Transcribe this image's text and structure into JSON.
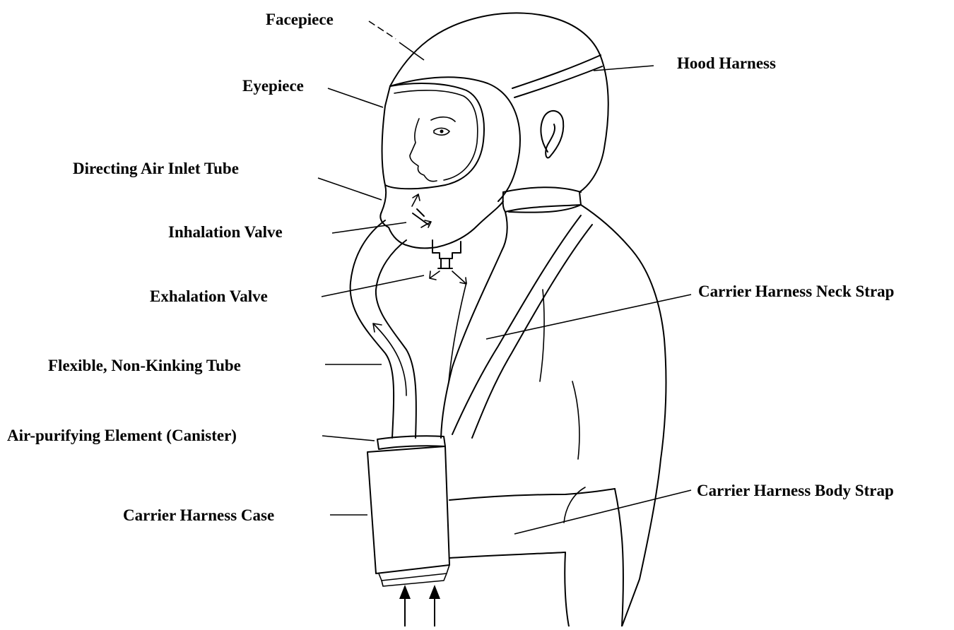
{
  "labels": {
    "facepiece": "Facepiece",
    "hood_harness": "Hood Harness",
    "eyepiece": "Eyepiece",
    "directing_air_inlet_tube": "Directing Air Inlet Tube",
    "inhalation_valve": "Inhalation Valve",
    "exhalation_valve": "Exhalation Valve",
    "carrier_harness_neck_strap": "Carrier Harness Neck Strap",
    "flexible_tube": "Flexible, Non-Kinking Tube",
    "canister": "Air-purifying Element (Canister)",
    "carrier_harness_body_strap": "Carrier Harness Body Strap",
    "carrier_harness_case": "Carrier Harness Case"
  }
}
